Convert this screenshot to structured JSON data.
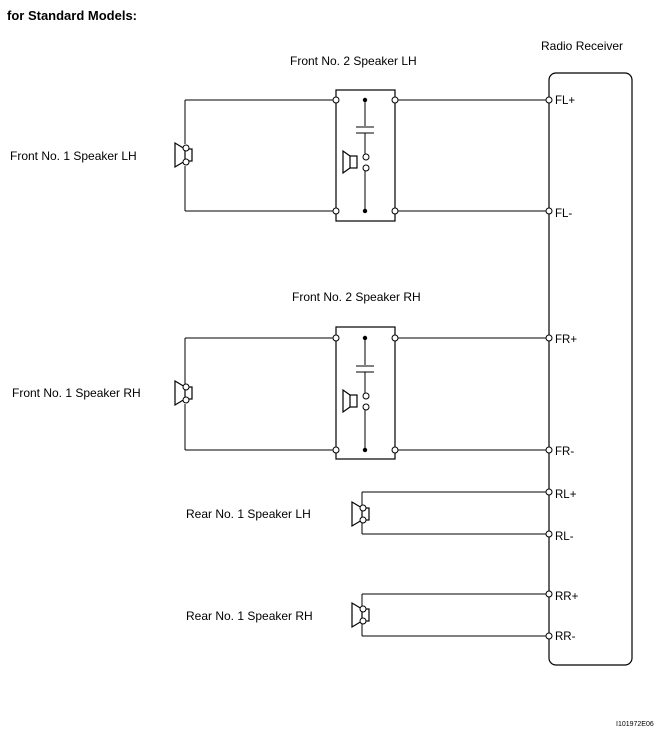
{
  "header": {
    "title": "for Standard Models:"
  },
  "receiver": {
    "label": "Radio Receiver",
    "pins": [
      "FL+",
      "FL-",
      "FR+",
      "FR-",
      "RL+",
      "RL-",
      "RR+",
      "RR-"
    ]
  },
  "components": {
    "front2_lh": "Front No. 2 Speaker LH",
    "front1_lh": "Front No. 1 Speaker LH",
    "front2_rh": "Front No. 2 Speaker RH",
    "front1_rh": "Front No. 1 Speaker RH",
    "rear1_lh": "Rear No. 1 Speaker LH",
    "rear1_rh": "Rear No. 1 Speaker RH"
  },
  "figure_code": "I101972E06"
}
